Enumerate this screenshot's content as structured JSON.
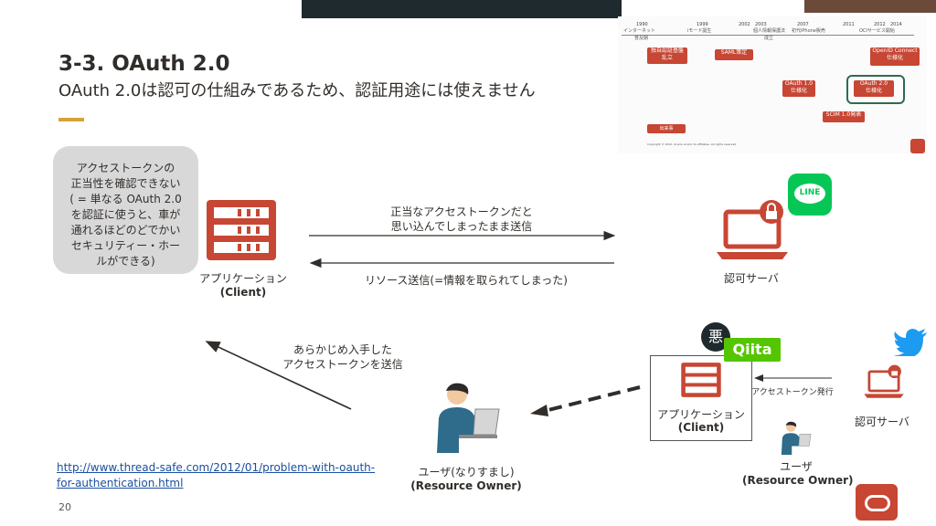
{
  "slide": {
    "title": "3-3. OAuth 2.0",
    "subtitle": "OAuth 2.0は認可の仕組みであるため、認証用途には使えません",
    "page_number": "20",
    "link_line1": "http://www.thread-safe.com/2012/01/problem-with-oauth-",
    "link_line2": "for-authentication.html"
  },
  "callout": {
    "lines": [
      "アクセストークンの",
      "正当性を確認できない",
      "( = 単なる OAuth 2.0",
      "を認証に使うと、車が",
      "通れるほどのどでかい",
      "セキュリティー・ホー",
      "ルができる)"
    ]
  },
  "nodes": {
    "app_label": "アプリケーション",
    "app_client": "(Client)",
    "auth_server_label": "認可サーバ",
    "user_fake_label": "ユーザ(なりすまし)",
    "user_fake_role": "(Resource Owner)",
    "inset_app_label": "アプリケーション",
    "inset_app_client": "(Client)",
    "inset_auth_label": "認可サーバ",
    "inset_user_label": "ユーザ",
    "inset_user_role": "(Resource Owner)",
    "evil_char": "悪",
    "qiita_logo": "Qiita",
    "line_logo": "LINE"
  },
  "edges": {
    "send_token_line1": "正当なアクセストークンだと",
    "send_token_line2": "思い込んでしまったまま送信",
    "resource_send": "リソース送信(=情報を取られてしまった)",
    "preobtained_line1": "あらかじめ入手した",
    "preobtained_line2": "アクセストークンを送信",
    "token_issue": "アクセストークン発行"
  },
  "timeline": {
    "years": [
      "1990",
      "1999",
      "2002",
      "2003",
      "2007",
      "2011",
      "2012",
      "2014"
    ],
    "events": {
      "internet": "インターネット",
      "internet2": "普及期",
      "imode": "iモード誕生",
      "privacy": "個人情報保護法",
      "privacy2": "成立",
      "iphone": "初代iPhone販売",
      "oci": "OCIサービス開始",
      "proprietary_auth": "独自認証基盤",
      "proprietary_auth2": "乱立",
      "saml": "SAML策定",
      "oauth1": "OAuth 1.0",
      "oauth1b": "仕様化",
      "oauth2": "OAuth 2.0",
      "oauth2b": "仕様化",
      "oidc": "OpenID Connect",
      "oidc2": "仕様化",
      "scim": "SCIM 1.0発表",
      "legend": "出来事",
      "copyright": "Copyright © 2022, Oracle and/or its affiliates. All rights reserved."
    }
  },
  "colors": {
    "accent": "#d4a43b",
    "oracle_red": "#c74634",
    "line_green": "#06c755",
    "qiita_green": "#55c500",
    "twitter_blue": "#1d9bf0",
    "link_blue": "#1a4fa0"
  }
}
